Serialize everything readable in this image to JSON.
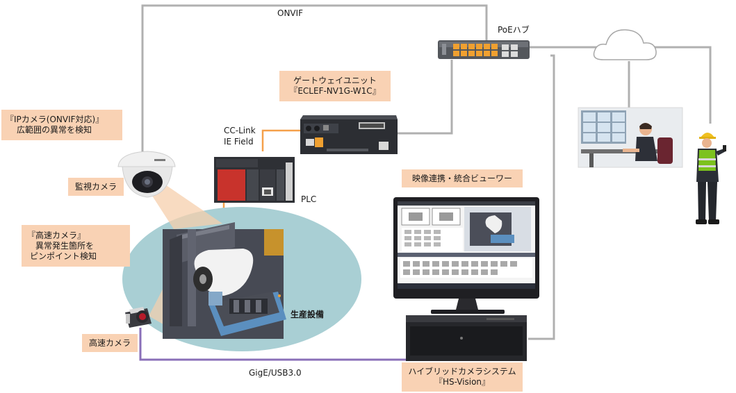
{
  "labels": {
    "onvif": "ONVIF",
    "poe_hub": "PoEハブ",
    "gateway_line1": "ゲートウェイユニット",
    "gateway_line2": "『ECLEF-NV1G-W1C』",
    "cclink_line1": "CC-Link",
    "cclink_line2": "IE Field",
    "ipcam_line1": "『IPカメラ(ONVIF対応)』",
    "ipcam_line2": "広範囲の異常を検知",
    "monitor_camera": "監視カメラ",
    "plc": "PLC",
    "hsc_line1": "『高速カメラ』",
    "hsc_line2": "異常発生箇所を",
    "hsc_line3": "ピンポイント検知",
    "viewer": "映像連携・統合ビューワー",
    "equipment": "生産設備",
    "hs_camera": "高速カメラ",
    "gige": "GigE/USB3.0",
    "hybrid_line1": "ハイブリッドカメラシステム",
    "hybrid_line2": "『HS-Vision』"
  },
  "colors": {
    "network_line": "#b0b0b0",
    "cclink_line": "#f5a04a",
    "gige_line": "#8a6fb8",
    "label_box": "#f9d2b4",
    "ellipse": "#a9cfd4",
    "plc_red": "#c8332c"
  }
}
